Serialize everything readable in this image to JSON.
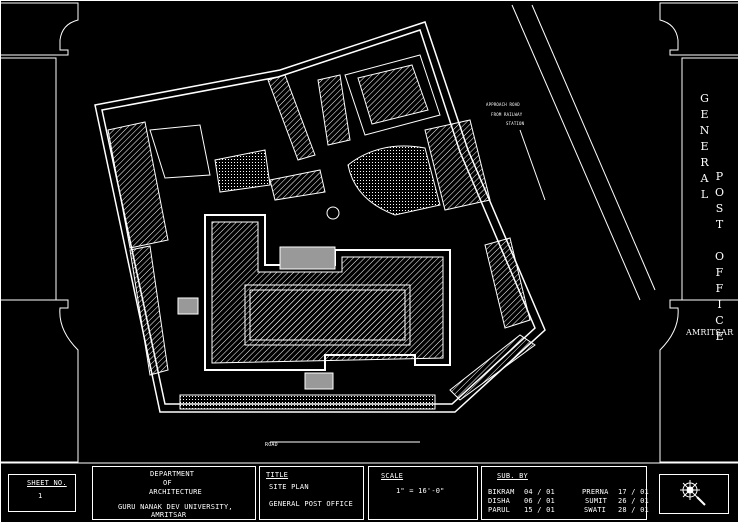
{
  "drawing": {
    "approach_road": [
      "APPROACH ROAD",
      "FROM RAILWAY",
      "STATION"
    ],
    "road_label": "ROAD",
    "vertical_title_1": "GENERAL",
    "vertical_title_2": "POST OFFICE",
    "city_label": "AMRITSAR"
  },
  "title_block": {
    "sheet_label": "SHEET NO.",
    "sheet_no": "1",
    "dept": [
      "DEPARTMENT",
      "OF",
      "ARCHITECTURE"
    ],
    "university": "GURU NANAK DEV UNIVERSITY,",
    "city": "AMRITSAR",
    "title_label": "TITLE",
    "title_1": "SITE PLAN",
    "title_2": "GENERAL POST OFFICE",
    "scale_label": "SCALE",
    "scale_value": "1\" = 16'-0\"",
    "sub_by_label": "SUB. BY",
    "students": [
      {
        "name": "BIKRAM",
        "roll": "04 / 01"
      },
      {
        "name": "DISHA",
        "roll": "06 / 01"
      },
      {
        "name": "PARUL",
        "roll": "15 / 01"
      },
      {
        "name": "PRERNA",
        "roll": "17 / 01"
      },
      {
        "name": "SUMIT",
        "roll": "26 / 01"
      },
      {
        "name": "SWATI",
        "roll": "28 / 01"
      }
    ]
  }
}
